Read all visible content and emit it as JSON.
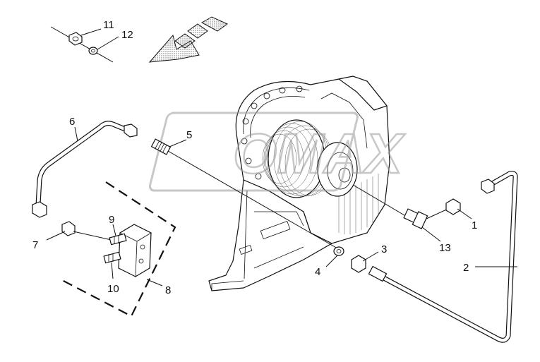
{
  "callouts": [
    {
      "id": "1",
      "label": "1"
    },
    {
      "id": "2",
      "label": "2"
    },
    {
      "id": "3",
      "label": "3"
    },
    {
      "id": "4",
      "label": "4"
    },
    {
      "id": "5",
      "label": "5"
    },
    {
      "id": "6",
      "label": "6"
    },
    {
      "id": "7",
      "label": "7"
    },
    {
      "id": "8",
      "label": "8"
    },
    {
      "id": "9",
      "label": "9"
    },
    {
      "id": "10",
      "label": "10"
    },
    {
      "id": "11",
      "label": "11"
    },
    {
      "id": "12",
      "label": "12"
    },
    {
      "id": "13",
      "label": "13"
    }
  ],
  "watermark": {
    "text": "OMAX"
  },
  "colors": {
    "line": "#111111",
    "background": "#ffffff",
    "watermark": "#9a9a9a"
  }
}
